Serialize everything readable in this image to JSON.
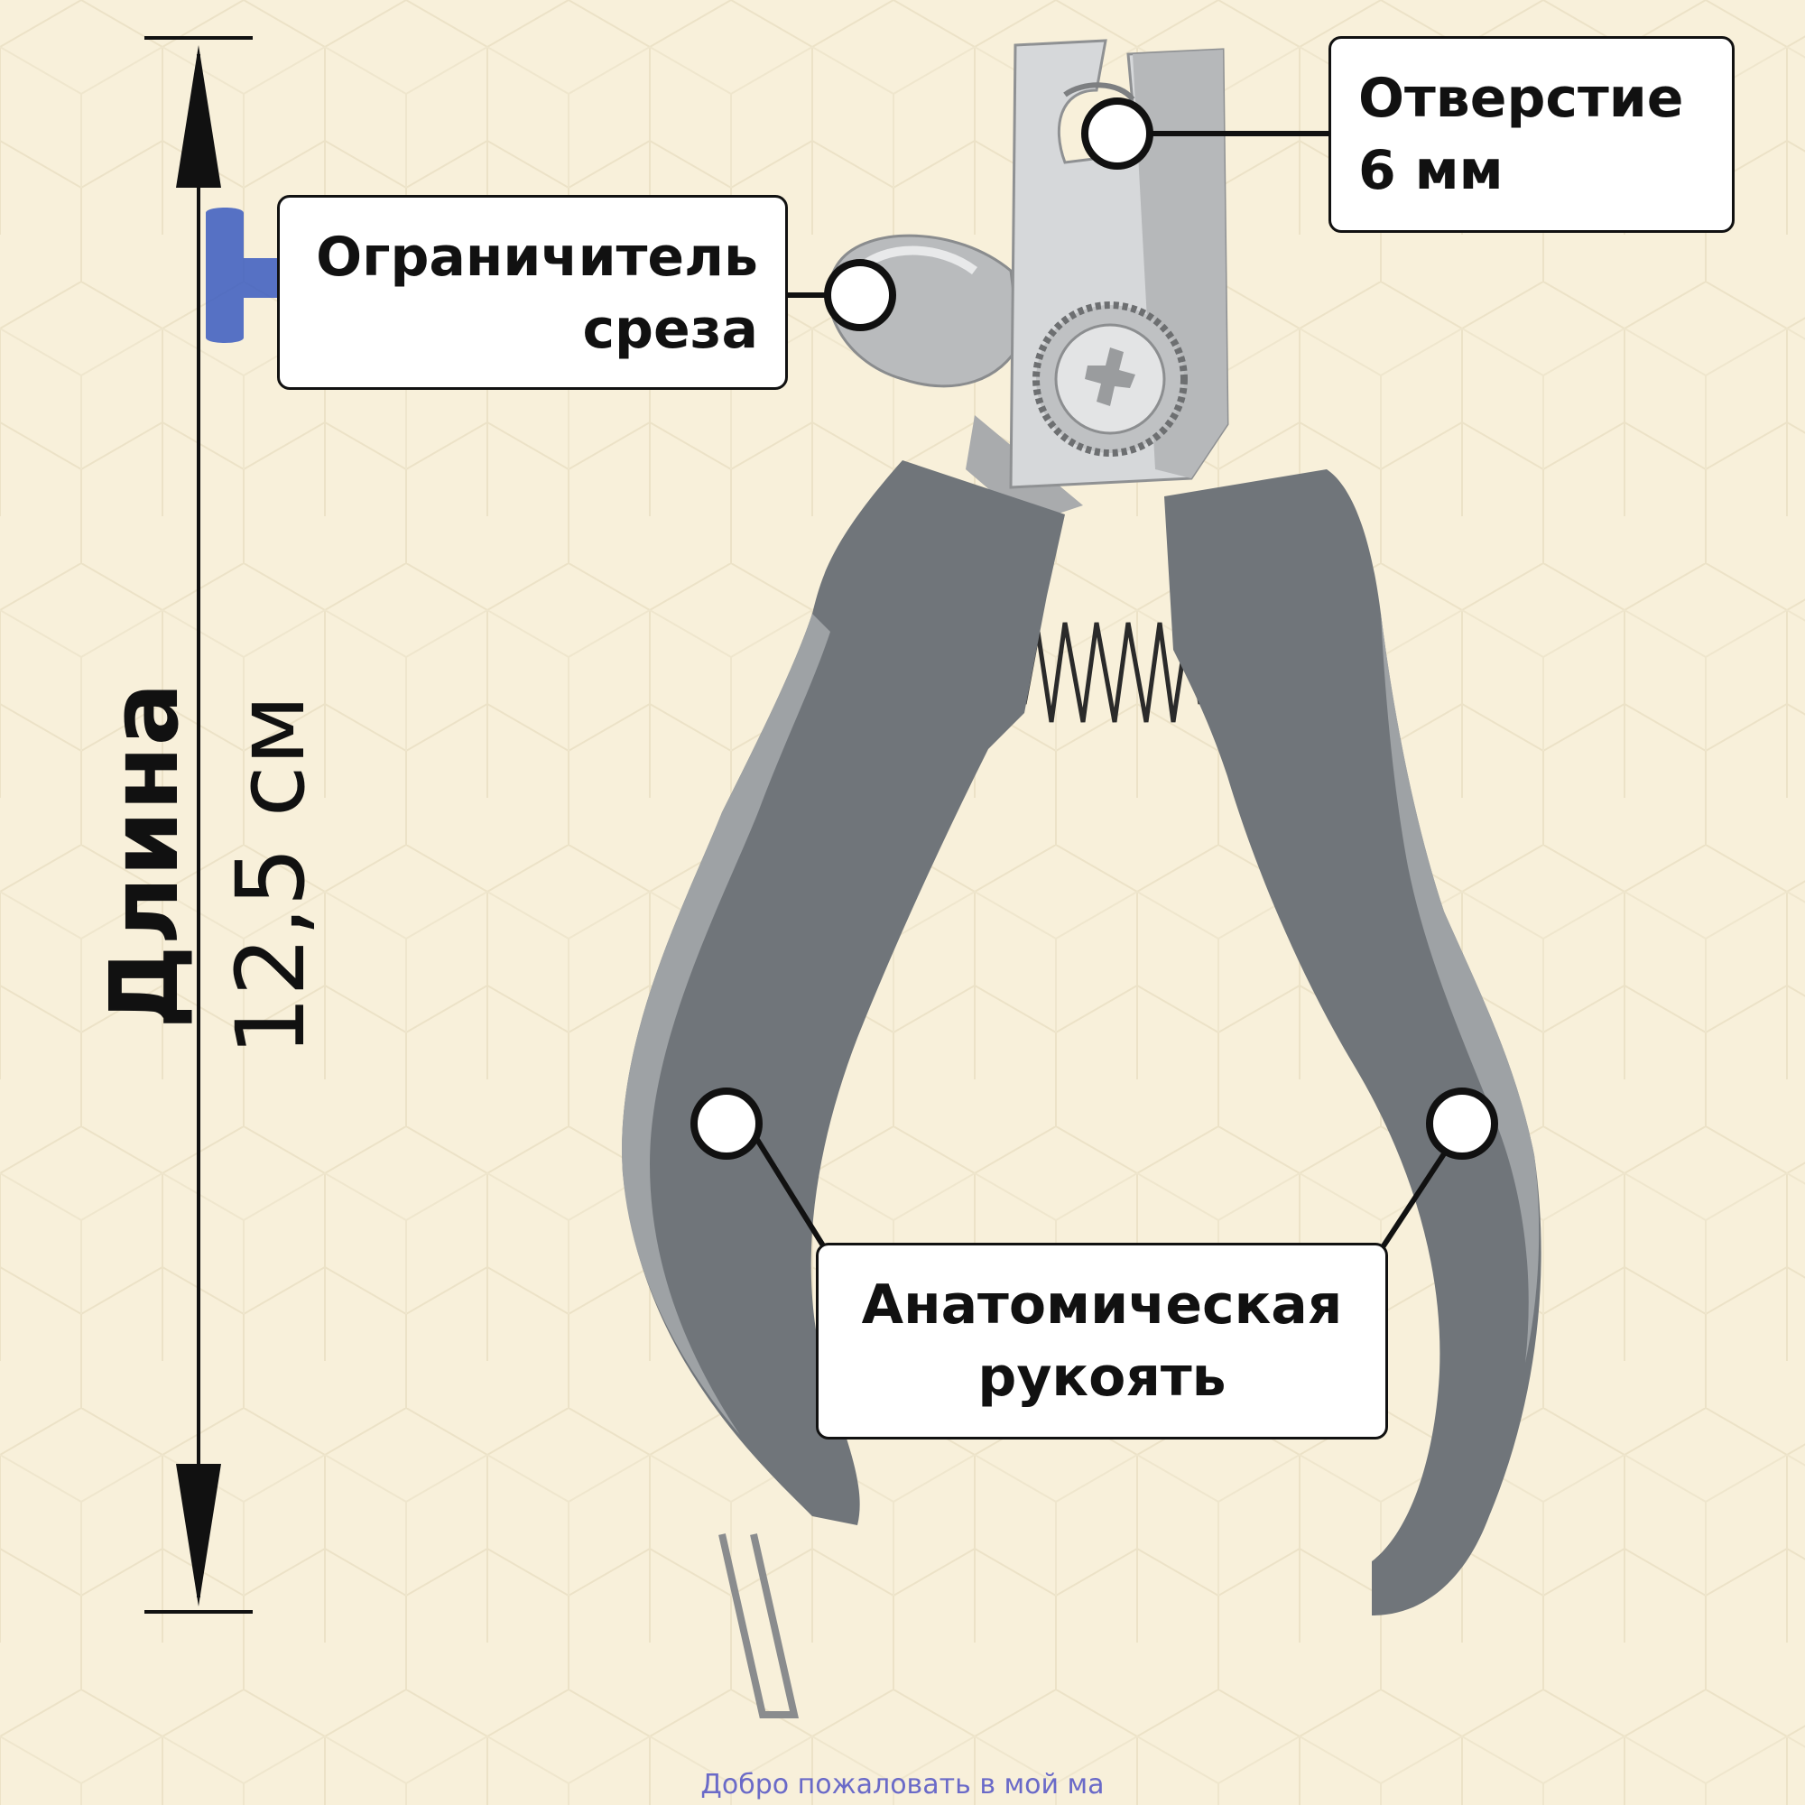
{
  "labels": {
    "opening_line1": "Отверстие",
    "opening_line2": "6 мм",
    "limiter_line1": "Ограничитель",
    "limiter_line2": "среза",
    "handle_line1": "Анатомическая",
    "handle_line2": "рукоять"
  },
  "dimension": {
    "label": "Длина",
    "value": "12,5 см"
  },
  "footer": {
    "text": "Добро пожаловать в мой ма"
  },
  "colors": {
    "background": "#f8f0da",
    "handle": "#6f7477",
    "steel": "#c9cbcd",
    "accent_mark": "#3a5bbf",
    "line": "#111111"
  },
  "icons": {
    "overlay_mark": "blue-h-icon"
  }
}
